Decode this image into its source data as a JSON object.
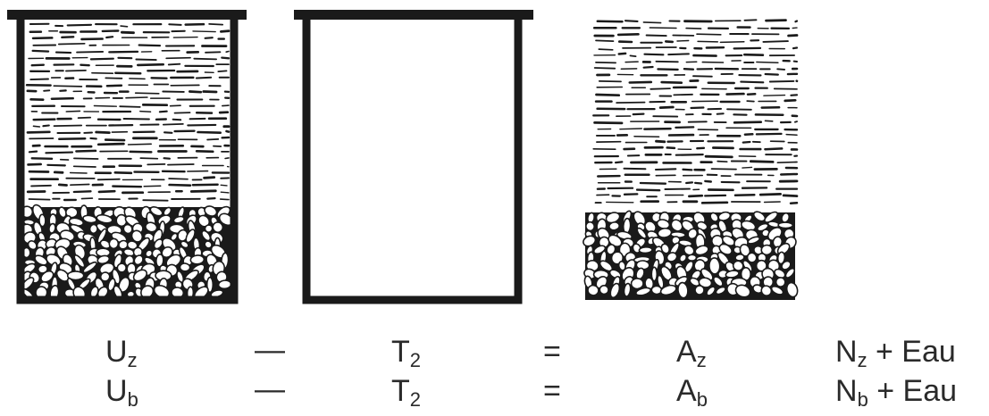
{
  "containers": [
    {
      "name": "Uz / Ub",
      "contents": [
        "water",
        "gravel"
      ],
      "lid": true
    },
    {
      "name": "T2",
      "contents": [],
      "lid": true
    },
    {
      "name": "Az / Ab",
      "contents": [
        "water",
        "gravel"
      ],
      "lid": false
    }
  ],
  "equations": [
    {
      "term1": {
        "base": "U",
        "sub": "z"
      },
      "minus": "—",
      "term2": {
        "base": "T",
        "sub": "2"
      },
      "equals": "=",
      "term3": {
        "base": "A",
        "sub": "z"
      },
      "term4": {
        "base": "N",
        "sub": "z",
        "suffix": " + Eau"
      }
    },
    {
      "term1": {
        "base": "U",
        "sub": "b"
      },
      "minus": "—",
      "term2": {
        "base": "T",
        "sub": "2"
      },
      "equals": "=",
      "term3": {
        "base": "A",
        "sub": "b"
      },
      "term4": {
        "base": "N",
        "sub": "b",
        "suffix": " + Eau"
      }
    }
  ],
  "colors": {
    "ink": "#1a1a1a",
    "paper": "#ffffff",
    "text": "#2a2a2a"
  }
}
